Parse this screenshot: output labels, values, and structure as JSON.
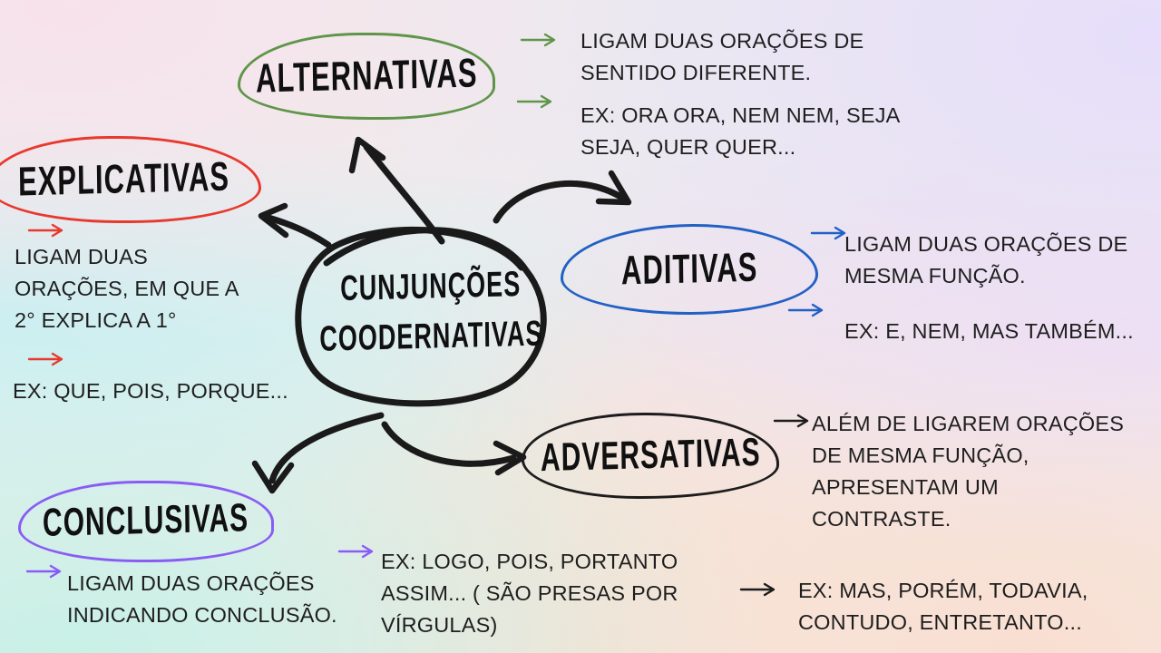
{
  "colors": {
    "ink": "#1a1a1a",
    "green": "#5f9549",
    "red": "#e8392e",
    "blue": "#2160c4",
    "purple": "#8a5cf5",
    "black": "#1c1c1c"
  },
  "center": {
    "label": "CUNJUNÇÕES\nCOODERNATIVAS"
  },
  "nodes": {
    "alternativas": {
      "label": "ALTERNATIVAS",
      "definition": "LIGAM DUAS ORAÇÕES DE\nSENTIDO DIFERENTE.",
      "example": "EX: ORA ORA, NEM NEM, SEJA\nSEJA, QUER QUER..."
    },
    "explicativas": {
      "label": "EXPLICATIVAS",
      "definition": "LIGAM DUAS\nORAÇÕES, EM QUE A\n2° EXPLICA A 1°",
      "example": "EX: QUE, POIS, PORQUE..."
    },
    "aditivas": {
      "label": "ADITIVAS",
      "definition": "LIGAM DUAS ORAÇÕES DE\nMESMA FUNÇÃO.",
      "example": "EX: E, NEM, MAS TAMBÉM..."
    },
    "adversativas": {
      "label": "ADVERSATIVAS",
      "definition": "ALÉM DE LIGAREM ORAÇÕES\nDE MESMA FUNÇÃO,\nAPRESENTAM UM\nCONTRASTE.",
      "example": "EX: MAS, PORÉM, TODAVIA,\nCONTUDO, ENTRETANTO..."
    },
    "conclusivas": {
      "label": "CONCLUSIVAS",
      "definition": "LIGAM DUAS ORAÇÕES\nINDICANDO CONCLUSÃO.",
      "example": "EX: LOGO, POIS, PORTANTO\nASSIM... ( SÃO PRESAS POR\nVÍRGULAS)"
    }
  }
}
